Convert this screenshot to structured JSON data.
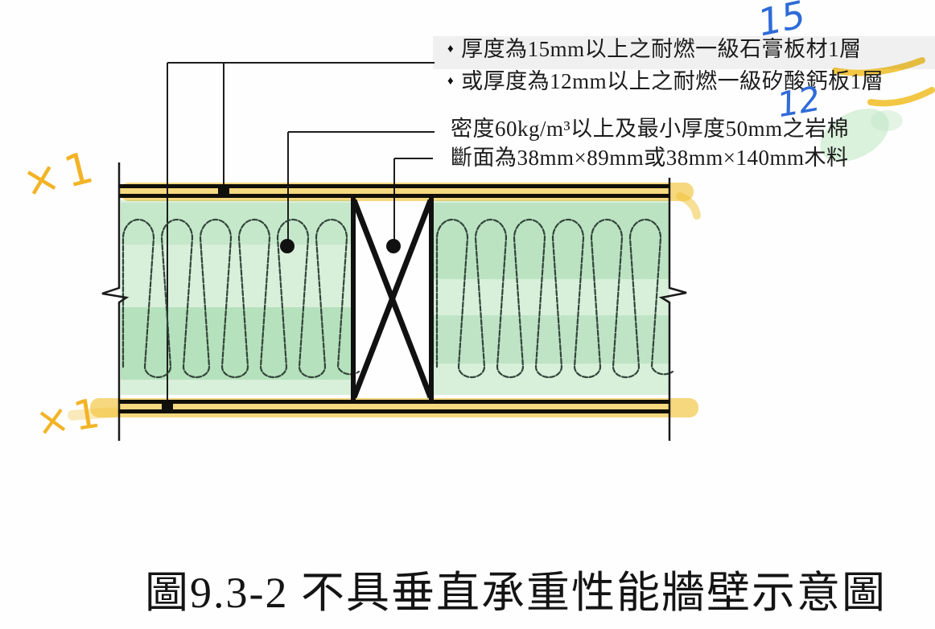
{
  "figure_caption": "圖9.3-2 不具垂直承重性能牆壁示意圖",
  "callouts": {
    "bullet_char": "♦",
    "board_option1": "厚度為15mm以上之耐燃一級石膏板材1層",
    "board_option2": "或厚度為12mm以上之耐燃一級矽酸鈣板1層",
    "rockwool_spec": "密度60kg/m³以上及最小厚度50mm之岩棉",
    "stud_spec": "斷面為38mm×89mm或38mm×140mm木料"
  },
  "handwritten_notes": {
    "gypsum_thickness": "15",
    "silicate_thickness": "12",
    "layer_count_top": "×1",
    "layer_count_bottom": "×1"
  },
  "colors": {
    "highlighter_yellow": "#f2c230",
    "marker_orange": "#f2b325",
    "pen_blue": "#2f6bd8",
    "highlighter_green": "#bfe5c4",
    "line_black": "#1a1a1a"
  }
}
